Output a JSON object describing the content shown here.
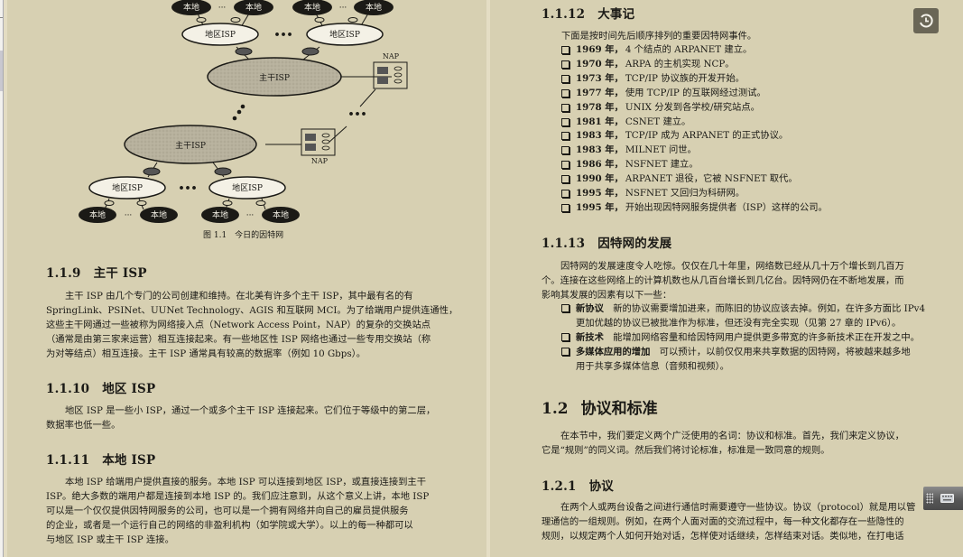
{
  "viewer": {
    "history_button_icon": "history-icon",
    "keyboard_widget_icon": "keyboard-icon"
  },
  "left_page": {
    "figure": {
      "caption": "图 1.1　今日的因特网",
      "labels": {
        "local": "本地",
        "regional": "地区ISP",
        "backbone": "主干ISP",
        "nap": "NAP",
        "ellipsis": "•••",
        "small_ellipsis": "···"
      }
    },
    "sections": [
      {
        "number": "1.1.9",
        "title": "主干 ISP",
        "lines": [
          "主干 ISP 由几个专门的公司创建和维持。在北美有许多个主干 ISP，其中最有名的有",
          "SpringLink、PSINet、UUNet Technology、AGIS 和互联网 MCI。为了给端用户提供连通性，",
          "这些主干网通过一些被称为网络接入点（Network Access Point，NAP）的复杂的交换站点",
          "（通常是由第三家来运营）相互连接起来。有一些地区性 ISP 网络也通过一些专用交换站（称",
          "为对等结点）相互连接。主干 ISP 通常具有较高的数据率（例如 10 Gbps）。"
        ]
      },
      {
        "number": "1.1.10",
        "title": "地区 ISP",
        "lines": [
          "地区 ISP 是一些小 ISP，通过一个或多个主干 ISP 连接起来。它们位于等级中的第二层，",
          "数据率也低一些。"
        ]
      },
      {
        "number": "1.1.11",
        "title": "本地 ISP",
        "lines": [
          "本地 ISP 给端用户提供直接的服务。本地 ISP 可以连接到地区 ISP，或直接连接到主干",
          "ISP。绝大多数的端用户都是连接到本地 ISP 的。我们应注意到，从这个意义上讲，本地 ISP",
          "可以是一个仅仅提供因特网服务的公司，也可以是一个拥有网络并向自己的雇员提供服务",
          "的企业，或者是一个运行自己的网络的非盈利机构（如学院或大学）。以上的每一种都可以",
          "与地区 ISP 或主干 ISP 连接。"
        ]
      }
    ]
  },
  "right_page": {
    "milestones": {
      "number": "1.1.12",
      "title": "大事记",
      "intro": "下面是按时间先后顺序排列的重要因特网事件。",
      "items": [
        {
          "year": "1969 年，",
          "text": "4 个结点的 ARPANET 建立。"
        },
        {
          "year": "1970 年，",
          "text": "ARPA 的主机实现 NCP。"
        },
        {
          "year": "1973 年，",
          "text": "TCP/IP 协议族的开发开始。"
        },
        {
          "year": "1977 年，",
          "text": "使用 TCP/IP 的互联网经过测试。"
        },
        {
          "year": "1978 年，",
          "text": "UNIX 分发到各学校/研究站点。"
        },
        {
          "year": "1981 年，",
          "text": "CSNET 建立。"
        },
        {
          "year": "1983 年，",
          "text": "TCP/IP 成为 ARPANET 的正式协议。"
        },
        {
          "year": "1983 年，",
          "text": "MILNET 问世。"
        },
        {
          "year": "1986 年，",
          "text": "NSFNET 建立。"
        },
        {
          "year": "1990 年，",
          "text": "ARPANET 退役，它被 NSFNET 取代。"
        },
        {
          "year": "1995 年，",
          "text": "NSFNET 又回归为科研网。"
        },
        {
          "year": "1995 年，",
          "text": "开始出现因特网服务提供者（ISP）这样的公司。"
        }
      ]
    },
    "growth": {
      "number": "1.1.13",
      "title": "因特网的发展",
      "lines": [
        "因特网的发展速度令人吃惊。仅仅在几十年里，网络数已经从几十万个增长到几百万",
        "个。连接在这些网络上的计算机数也从几百台增长到几亿台。因特网仍在不断地发展，而",
        "影响其发展的因素有以下一些："
      ],
      "factors": [
        {
          "term": "新协议",
          "lines": [
            "新的协议需要增加进来，而陈旧的协议应该去掉。例如，在许多方面比 IPv4",
            "更加优越的协议已被批准作为标准，但还没有完全实现（见第 27 章的 IPv6）。"
          ]
        },
        {
          "term": "新技术",
          "lines": [
            "能增加网络容量和给因特网用户提供更多带宽的许多新技术正在开发之中。"
          ]
        },
        {
          "term": "多媒体应用的增加",
          "lines": [
            "可以预计，以前仅仅用来共享数据的因特网，将被越来越多地",
            "用于共享多媒体信息（音频和视频）。"
          ]
        }
      ]
    },
    "protocols_standards": {
      "number": "1.2",
      "title": "协议和标准",
      "lines": [
        "在本节中，我们要定义两个广泛使用的名词：协议和标准。首先，我们来定义协议，",
        "它是“规则”的同义词。然后我们将讨论标准，标准是一致同意的规则。"
      ]
    },
    "protocol": {
      "number": "1.2.1",
      "title": "协议",
      "lines": [
        "在两个人或两台设备之间进行通信时需要遵守一些协议。协议（protocol）就是用以管",
        "理通信的一组规则。例如，在两个人面对面的交流过程中，每一种文化都存在一些隐性的",
        "规则，以规定两个人如何开始对话，怎样使对话继续，怎样结束对话。类似地，在打电话"
      ]
    }
  }
}
